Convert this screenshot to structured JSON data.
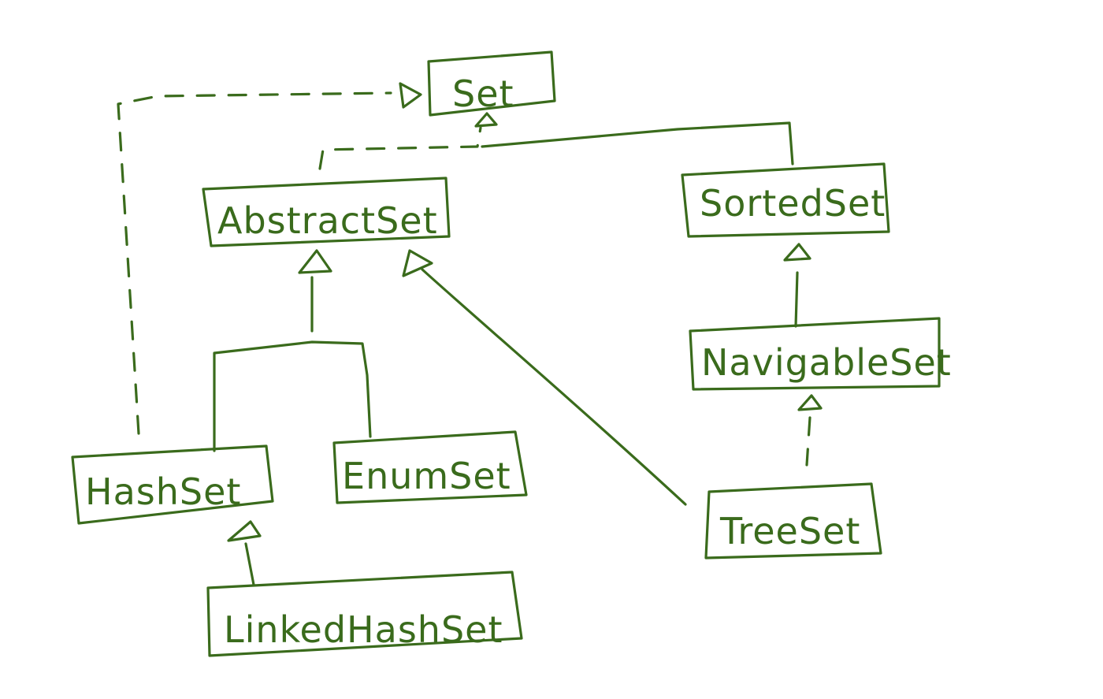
{
  "colors": {
    "ink": "#3a6b1c",
    "background": "#ffffff"
  },
  "nodes": {
    "set": "Set",
    "abstract_set": "AbstractSet",
    "sorted_set": "SortedSet",
    "navigable_set": "NavigableSet",
    "hash_set": "HashSet",
    "enum_set": "EnumSet",
    "tree_set": "TreeSet",
    "linked_hash_set": "LinkedHashSet"
  },
  "edges": [
    {
      "from": "abstract_set",
      "to": "set",
      "kind": "realization"
    },
    {
      "from": "sorted_set",
      "to": "set",
      "kind": "generalization"
    },
    {
      "from": "hash_set",
      "to": "set",
      "kind": "realization"
    },
    {
      "from": "hash_set",
      "to": "abstract_set",
      "kind": "generalization"
    },
    {
      "from": "enum_set",
      "to": "abstract_set",
      "kind": "generalization"
    },
    {
      "from": "tree_set",
      "to": "abstract_set",
      "kind": "generalization"
    },
    {
      "from": "navigable_set",
      "to": "sorted_set",
      "kind": "generalization"
    },
    {
      "from": "tree_set",
      "to": "navigable_set",
      "kind": "realization"
    },
    {
      "from": "linked_hash_set",
      "to": "hash_set",
      "kind": "generalization"
    }
  ]
}
